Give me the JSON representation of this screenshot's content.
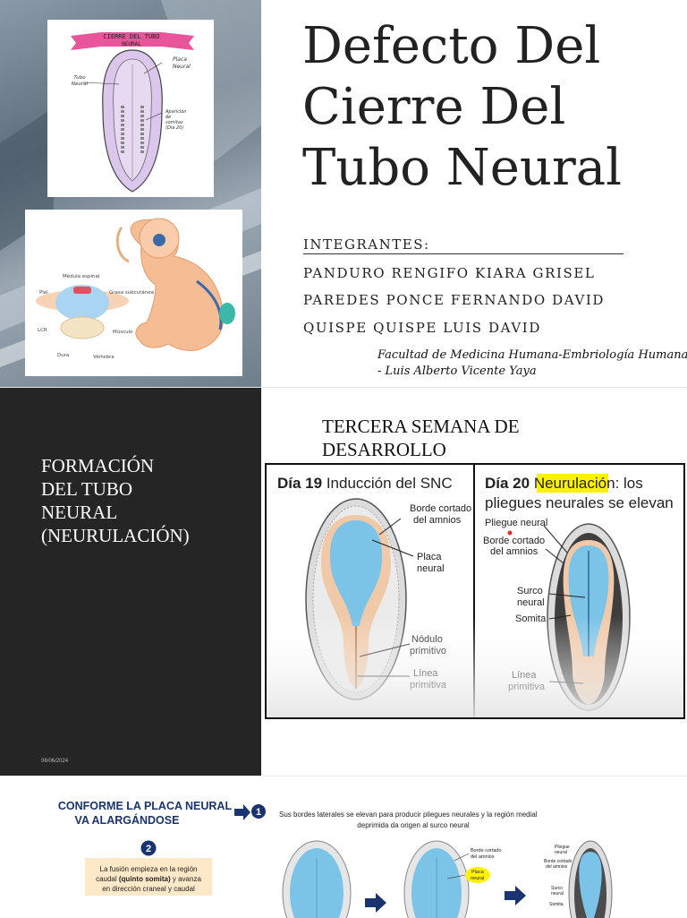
{
  "slide1": {
    "title_lines": [
      "Defecto Del",
      "Cierre Del",
      "Tubo Neural"
    ],
    "integrantes_label": "INTEGRANTES:",
    "members": [
      "PANDURO RENGIFO KIARA GRISEL",
      "PAREDES PONCE FERNANDO DAVID",
      "QUISPE QUISPE LUIS DAVID"
    ],
    "caption_lines": [
      "Facultad de Medicina Humana-Embriología Humana y gen",
      "- Luis Alberto Vicente Yaya"
    ],
    "sketch": {
      "banner": [
        "CIERRE DEL TUBO",
        "NEURAL"
      ],
      "labels": [
        "Tubo Neural",
        "Placa Neural",
        "Aparición de somitas (Día 20)"
      ]
    },
    "spine_figure": {
      "labels": [
        "Médula espinal",
        "Piel",
        "Grasa subcutánea",
        "LCR",
        "Músculo",
        "Dura",
        "Vértebra"
      ]
    }
  },
  "slide2": {
    "heading_lines": [
      "FORMACIÓN",
      "DEL TUBO",
      "NEURAL",
      "(NEURULACIÓN)"
    ],
    "date": "06/06/2024",
    "subtitle_lines": [
      "TERCERA SEMANA DE",
      "DESARROLLO"
    ],
    "panel_left": {
      "title_bold": "Día 19",
      "title_rest": " Inducción del SNC",
      "labels": [
        "Borde cortado",
        "del amnios",
        "Placa",
        "neural",
        "Nódulo",
        "primitivo",
        "Línea",
        "primitiva"
      ]
    },
    "panel_right": {
      "title_bold": "Día 20",
      "title_highlight": "Neurulación",
      "title_rest": ": los",
      "title_line2": "pliegues neurales se elevan",
      "labels": [
        "Pliegue neural",
        "Borde cortado",
        "del amnios",
        "Surco",
        "neural",
        "Somita",
        "Línea",
        "primitiva"
      ]
    }
  },
  "slide3": {
    "title_lines": [
      "CONFORME LA PLACA NEURAL",
      "VA ALARGÁNDOSE"
    ],
    "step1_number": "1",
    "step1_text_lines": [
      "Sus bordes laterales se elevan para producir pliegues neurales y la región medial",
      "deprimida da origen al surco neural"
    ],
    "step2_number": "2",
    "step2_text": [
      "La fusión empieza en la región",
      "caudal ",
      "(quinto somita)",
      " y avanza",
      "en dirección craneal y caudal"
    ],
    "mid_labels": [
      "Borde cortado",
      "del amnios",
      "Placa",
      "neural"
    ],
    "right_labels": [
      "Pliegue",
      "neural",
      "Borde cortado",
      "del amnios",
      "Surco",
      "neural",
      "Somita"
    ]
  },
  "colors": {
    "slide2_dark": "#252525",
    "neural_blue": "#7cc3e8",
    "embryo_tan": "#f0c9a8",
    "highlight_yellow": "#fff200",
    "navy": "#1a3470",
    "sketch_purple": "#dcc7ec",
    "sketch_banner": "#e8559a"
  }
}
